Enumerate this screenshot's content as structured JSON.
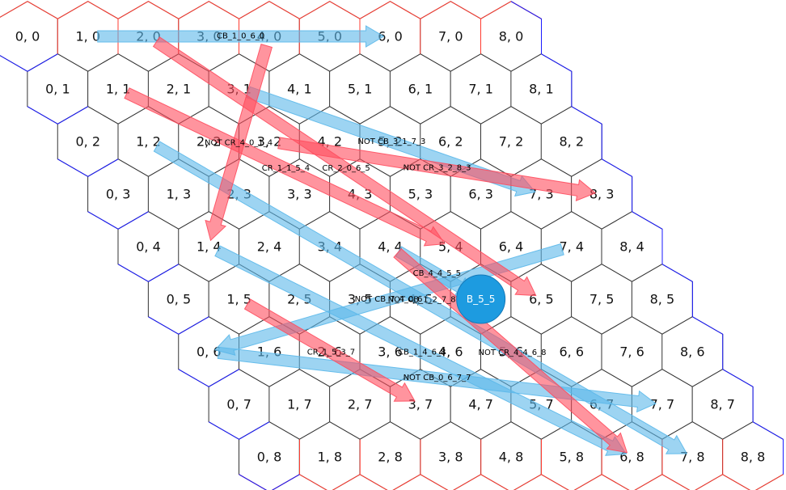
{
  "grid": {
    "cols": 9,
    "rows": 9
  },
  "colors": {
    "red_arrow": "#ff4d5e",
    "blue_arrow": "#5bb8ea",
    "node_fill": "#1d9be0",
    "edge_red": "#ff3b30",
    "edge_blue": "#1a1aff"
  },
  "hex_labels": [
    [
      "0, 0",
      "1, 0",
      "2, 0",
      "3, 0",
      "4, 0",
      "5, 0",
      "6, 0",
      "7, 0",
      "8, 0"
    ],
    [
      "0, 1",
      "1, 1",
      "2, 1",
      "3, 1",
      "4, 1",
      "5, 1",
      "6, 1",
      "7, 1",
      "8, 1"
    ],
    [
      "0, 2",
      "1, 2",
      "2, 2",
      "3, 2",
      "4, 2",
      "5, 2",
      "6, 2",
      "7, 2",
      "8, 2"
    ],
    [
      "0, 3",
      "1, 3",
      "2, 3",
      "3, 3",
      "4, 3",
      "5, 3",
      "6, 3",
      "7, 3",
      "8, 3"
    ],
    [
      "0, 4",
      "1, 4",
      "2, 4",
      "3, 4",
      "4, 4",
      "5, 4",
      "6, 4",
      "7, 4",
      "8, 4"
    ],
    [
      "0, 5",
      "1, 5",
      "2, 5",
      "3, 5",
      "4, 5",
      "5, 5",
      "6, 5",
      "7, 5",
      "8, 5"
    ],
    [
      "0, 6",
      "1, 6",
      "2, 6",
      "3, 6",
      "4, 6",
      "5, 6",
      "6, 6",
      "7, 6",
      "8, 6"
    ],
    [
      "0, 7",
      "1, 7",
      "2, 7",
      "3, 7",
      "4, 7",
      "5, 7",
      "6, 7",
      "7, 7",
      "8, 7"
    ],
    [
      "0, 8",
      "1, 8",
      "2, 8",
      "3, 8",
      "4, 8",
      "5, 8",
      "6, 8",
      "7, 8",
      "8, 8"
    ]
  ],
  "node": {
    "label": "B_5_5",
    "col": 5,
    "row": 5
  },
  "arrows": [
    {
      "label": "CB_1_0_6_0",
      "color": "blue",
      "from": [
        1,
        0
      ],
      "to": [
        6,
        0
      ]
    },
    {
      "label": "NOT CB_3_1_7_3",
      "color": "blue",
      "from": [
        3,
        1
      ],
      "to": [
        7,
        3
      ]
    },
    {
      "label": "CB_4_4_5_5",
      "color": "blue",
      "from": [
        4,
        4
      ],
      "to": [
        5,
        5
      ]
    },
    {
      "label": "NOT CB_1_2_7_8",
      "color": "blue",
      "from": [
        1,
        2
      ],
      "to": [
        7,
        8
      ]
    },
    {
      "label": "NOT CB_7_4_0_6",
      "color": "blue",
      "from": [
        7,
        4
      ],
      "to": [
        0,
        6
      ]
    },
    {
      "label": "CB_1_4_6_8",
      "color": "blue",
      "from": [
        1,
        4
      ],
      "to": [
        6,
        8
      ]
    },
    {
      "label": "NOT CB_0_6_7_7",
      "color": "blue",
      "from": [
        0,
        6
      ],
      "to": [
        7,
        7
      ]
    },
    {
      "label": "NOT CR_4_0_1_4",
      "color": "red",
      "from": [
        4,
        0
      ],
      "to": [
        1,
        4
      ]
    },
    {
      "label": "NOT CR_3_2_8_3",
      "color": "red",
      "from": [
        3,
        2
      ],
      "to": [
        8,
        3
      ]
    },
    {
      "label": "CR_1_1_5_4",
      "color": "red",
      "from": [
        1,
        1
      ],
      "to": [
        5,
        4
      ]
    },
    {
      "label": "CR_2_0_6_5",
      "color": "red",
      "from": [
        2,
        0
      ],
      "to": [
        6,
        5
      ]
    },
    {
      "label": "CR_1_5_3_7",
      "color": "red",
      "from": [
        1,
        5
      ],
      "to": [
        3,
        7
      ]
    },
    {
      "label": "NOT CR_4_4_6_8",
      "color": "red",
      "from": [
        4,
        4
      ],
      "to": [
        6,
        8
      ]
    }
  ]
}
